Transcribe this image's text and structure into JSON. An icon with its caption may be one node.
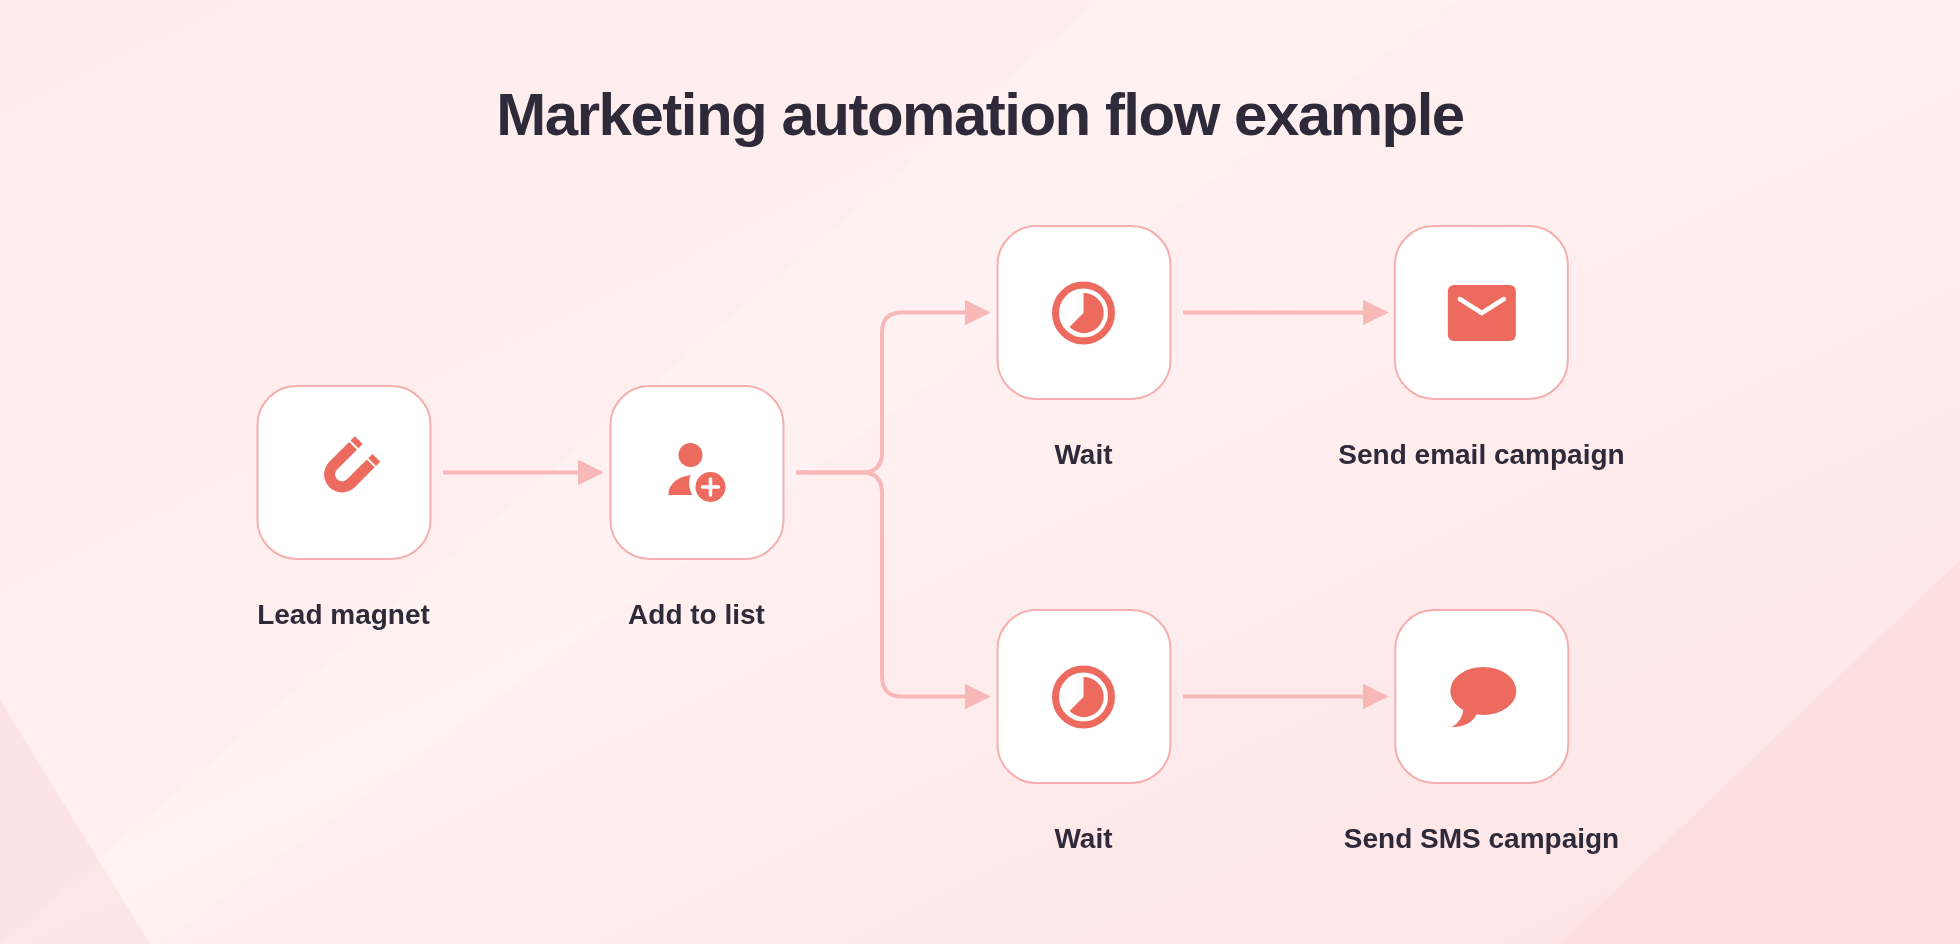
{
  "diagram": {
    "title": "Marketing automation flow example",
    "nodes": [
      {
        "text": [
          "Lead magnet"
        ]
      },
      {
        "text": [
          "Add to list"
        ]
      },
      {
        "text": [
          "Wait"
        ]
      },
      {
        "text": [
          "Send email campaign"
        ]
      },
      {
        "text": [
          "Wait"
        ]
      },
      {
        "text": [
          "Send SMS campaign"
        ]
      }
    ],
    "edges": [
      {
        "from": 0,
        "to": 1,
        "arrow": "to"
      },
      {
        "from": 1,
        "to": 2,
        "arrow": "to"
      },
      {
        "from": 1,
        "to": 4,
        "arrow": "to"
      },
      {
        "from": 2,
        "to": 3,
        "arrow": "to"
      },
      {
        "from": 4,
        "to": 5,
        "arrow": "to"
      }
    ]
  }
}
